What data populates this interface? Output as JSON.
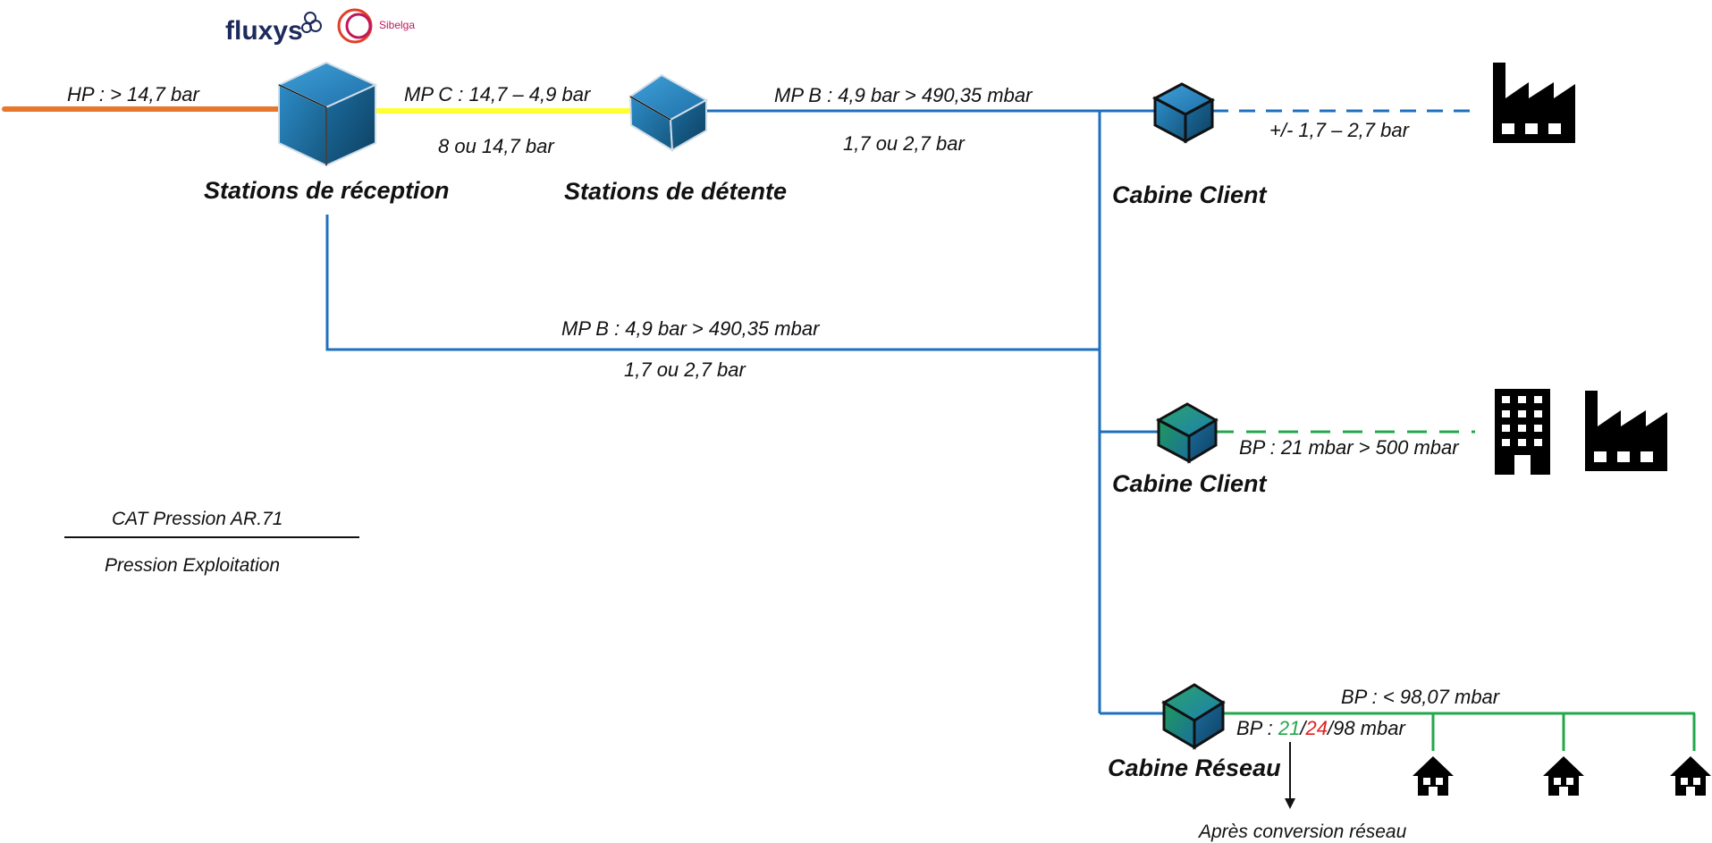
{
  "logos": {
    "fluxys": "fluxys",
    "sibelga": "Sibelga"
  },
  "pipelines": {
    "hp": {
      "label": "HP : > 14,7 bar",
      "color": "#e8772e"
    },
    "mpc": {
      "label": "MP C  : 14,7 – 4,9 bar",
      "sub": "8 ou 14,7 bar",
      "color": "#ffff33"
    },
    "mpb_top": {
      "label": "MP B : 4,9 bar > 490,35 mbar",
      "sub": "1,7 ou 2,7 bar",
      "color": "#1e6fc0"
    },
    "mpb_bottom": {
      "label": "MP B : 4,9 bar > 490,35 mbar",
      "sub": "1,7 ou 2,7 bar"
    },
    "client1": {
      "label": "+/- 1,7 – 2,7 bar"
    },
    "client2": {
      "label": "BP : 21 mbar > 500 mbar",
      "color": "#22a84a"
    },
    "reseau": {
      "label": "BP : < 98,07 mbar",
      "sub_prefix": "BP : ",
      "sub_v1": "21",
      "sub_sep1": "/",
      "sub_v2": "24",
      "sub_suffix": "/98 mbar",
      "v1_color": "#22a84a",
      "v2_color": "#e0201e"
    }
  },
  "stations": {
    "reception": "Stations de réception",
    "detente": "Stations de détente",
    "cabine_client_1": "Cabine Client",
    "cabine_client_2": "Cabine Client",
    "cabine_reseau": "Cabine Réseau"
  },
  "legend": {
    "top": "CAT Pression AR.71",
    "bottom": "Pression Exploitation"
  },
  "conversion_note": "Après conversion réseau",
  "icons": [
    "factory-icon",
    "building-icon",
    "house-icon"
  ]
}
